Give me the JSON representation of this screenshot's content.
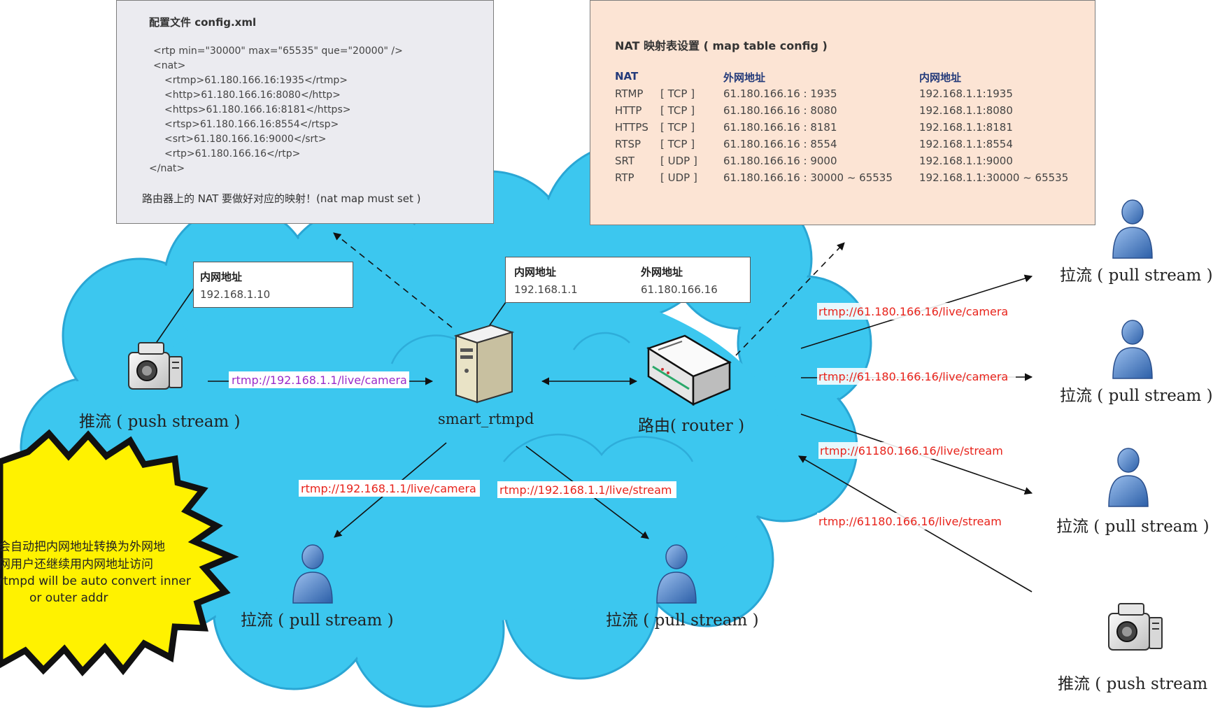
{
  "config": {
    "title": "配置文件 config.xml",
    "lines": [
      "<rtp min=\"30000\" max=\"65535\" que=\"20000\" />",
      "<nat>",
      "<rtmp>61.180.166.16:1935</rtmp>",
      "<http>61.180.166.16:8080</http>",
      "<https>61.180.166.16:8181</https>",
      "<rtsp>61.180.166.16:8554</rtsp>",
      "<srt>61.180.166.16:9000</srt>",
      "<rtp>61.180.166.16</rtp>",
      "</nat>"
    ],
    "note": "路由器上的 NAT 要做好对应的映射！(nat map must set )"
  },
  "nat_table": {
    "title": "NAT 映射表设置 ( map table config )",
    "headers": [
      "NAT",
      "外网地址",
      "内网地址"
    ],
    "rows": [
      {
        "proto": "RTMP",
        "transport": "[ TCP ]",
        "external": "61.180.166.16 : 1935",
        "internal": "192.168.1.1:1935"
      },
      {
        "proto": "HTTP",
        "transport": "[ TCP ]",
        "external": "61.180.166.16 : 8080",
        "internal": "192.168.1.1:8080"
      },
      {
        "proto": "HTTPS",
        "transport": "[ TCP ]",
        "external": "61.180.166.16 : 8181",
        "internal": "192.168.1.1:8181"
      },
      {
        "proto": "RTSP",
        "transport": "[ TCP ]",
        "external": "61.180.166.16 : 8554",
        "internal": "192.168.1.1:8554"
      },
      {
        "proto": "SRT",
        "transport": "[ UDP ]",
        "external": "61.180.166.16 : 9000",
        "internal": "192.168.1.1:9000"
      },
      {
        "proto": "RTP",
        "transport": "[ UDP ]",
        "external": "61.180.166.16 : 30000 ~ 65535",
        "internal": "192.168.1.1:30000 ~ 65535"
      }
    ]
  },
  "camera_box": {
    "head": "内网地址",
    "value": "192.168.1.10"
  },
  "server_box": {
    "inner_head": "内网地址",
    "inner_value": "192.168.1.1",
    "outer_head": "外网地址",
    "outer_value": "61.180.166.16"
  },
  "nodes": {
    "push_stream_local": "推流 ( push stream )",
    "server": "smart_rtmpd",
    "router": "路由( router )",
    "pull_local_1": "拉流 ( pull stream )",
    "pull_local_2": "拉流 ( pull stream )",
    "pull_remote_1": "拉流 ( pull stream )",
    "pull_remote_2": "拉流 ( pull stream )",
    "pull_remote_3": "拉流 ( pull stream )",
    "push_stream_remote": "推流 ( push stream )"
  },
  "links": {
    "camera_to_server": "rtmp://192.168.1.1/live/camera",
    "server_pull_camera": "rtmp://192.168.1.1/live/camera",
    "server_pull_stream": "rtmp://192.168.1.1/live/stream",
    "remote_1": "rtmp://61.180.166.16/live/camera",
    "remote_2": "rtmp://61.180.166.16/live/camera",
    "remote_3": "rtmp://61180.166.16/live/stream",
    "remote_4": "rtmp://61180.166.16/live/stream"
  },
  "burst_note": {
    "lines": [
      "会自动把内网地址转换为外网地",
      "网用户还继续用内网地址访问",
      "rtmpd will be auto convert inner",
      "or outer addr"
    ]
  },
  "colors": {
    "cloud": "#3cc7ef",
    "cloud_edge": "#2aa6d4",
    "url_red": "#e8231b",
    "url_purple": "#9b2bc9",
    "burst": "#fff200",
    "config_bg": "#ebebf0",
    "nat_bg": "#fce4d4",
    "person": "#4a7fc9"
  },
  "icons": [
    "camera-icon",
    "server-icon",
    "router-icon",
    "person-icon"
  ]
}
